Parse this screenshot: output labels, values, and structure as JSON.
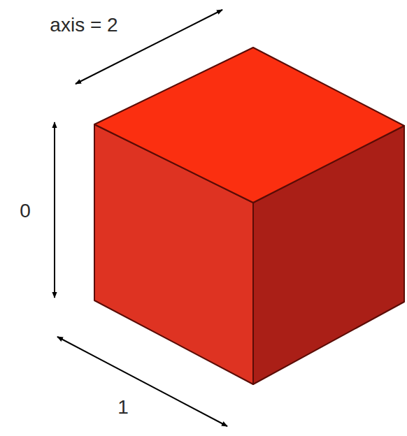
{
  "diagram": {
    "labels": [
      "axis = 2",
      "0",
      "1"
    ]
  }
}
